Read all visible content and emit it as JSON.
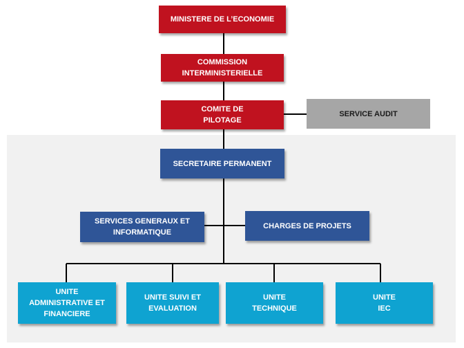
{
  "colors": {
    "red": "#c0121f",
    "grey": "#a6a6a6",
    "navy": "#2f5597",
    "cyan": "#0fa3d1",
    "panel": "#f1f1f1",
    "connector": "#000000"
  },
  "org": {
    "ministere": "MINISTERE DE L’ECONOMIE",
    "commission": "COMMISSION\nINTERMINISTERIELLE",
    "comite": "COMITE DE\nPILOTAGE",
    "audit": "SERVICE AUDIT",
    "secretaire": "SECRETAIRE PERMANENT",
    "services_generaux": "SERVICES GENERAUX ET\nINFORMATIQUE",
    "charges_projets": "CHARGES DE PROJETS",
    "units": [
      "UNITE\nADMINISTRATIVE ET\nFINANCIERE",
      "UNITE SUIVI ET\nEVALUATION",
      "UNITE\nTECHNIQUE",
      "UNITE\nIEC"
    ]
  }
}
